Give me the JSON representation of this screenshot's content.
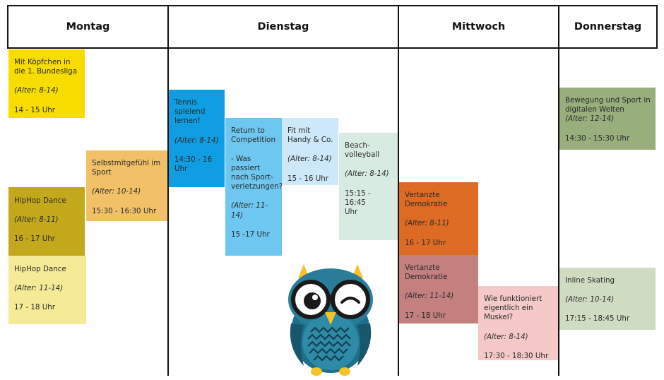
{
  "days": [
    "Montag",
    "Dienstag",
    "Mittwoch",
    "Donnerstag"
  ],
  "events": [
    {
      "id": "koepfchen",
      "title": "Mit Köpfchen in\ndie 1. Bundesliga",
      "age": "(Alter: 8-14)",
      "time": "14 - 15 Uhr",
      "color": "#f7dc00"
    },
    {
      "id": "selbstmitgefuehl",
      "title": "Selbstmitgefühl im\nSport",
      "age": "(Alter: 10-14)",
      "time": "15:30 - 16:30 Uhr",
      "color": "#f2c167"
    },
    {
      "id": "hiphop-1",
      "title": "HipHop Dance",
      "age": "(Alter: 8-11)",
      "time": "16 - 17 Uhr",
      "color": "#c4a81c"
    },
    {
      "id": "hiphop-2",
      "title": "HipHop Dance",
      "age": "(Alter: 11-14)",
      "time": "17 - 18 Uhr",
      "color": "#f5ea96"
    },
    {
      "id": "tennis",
      "title": "Tennis\nspielend\nlernen!",
      "age": "(Alter: 8-14)",
      "time": "14:30 - 16 Uhr",
      "color": "#0f9ee2"
    },
    {
      "id": "return",
      "title": "Return to\nCompetition\n\n- Was passiert\nnach Sport-\nverletzungen?",
      "age": "(Alter: 11-14)",
      "time": "15 -17 Uhr",
      "color": "#6ec7f0"
    },
    {
      "id": "handy",
      "title": "Fit mit\nHandy & Co.",
      "age": "(Alter: 8-14)",
      "time": "15 - 16 Uhr",
      "color": "#cde8f8"
    },
    {
      "id": "beach",
      "title": "Beach-\nvolleyball",
      "age": "(Alter: 8-14)",
      "time": "15:15 - 16:45\nUhr",
      "color": "#d8ebe2"
    },
    {
      "id": "demokratie-1",
      "title": "Vertanzte\nDemokratie",
      "age": "(Alter: 8-11)",
      "time": "16 - 17 Uhr",
      "color": "#dd6b24"
    },
    {
      "id": "demokratie-2",
      "title": "Vertanzte\nDemokratie",
      "age": "(Alter: 11-14)",
      "time": "17 - 18 Uhr",
      "color": "#c47f7f"
    },
    {
      "id": "muskel",
      "title": "Wie funktioniert\neigentlich ein Muskel?",
      "age": "(Alter: 8-14)",
      "time": "17:30 - 18:30 Uhr",
      "color": "#f4c9c7"
    },
    {
      "id": "bewegung",
      "title": "Bewegung und Sport in\ndigitalen Welten",
      "age": "(Alter: 12-14)",
      "time": "14:30 - 15:30 Uhr",
      "color": "#98ae7c"
    },
    {
      "id": "inline",
      "title": "Inline Skating",
      "age": "(Alter: 10-14)",
      "time": "17:15 - 18:45 Uhr",
      "color": "#cfdcc1"
    }
  ],
  "mascot": {
    "icon": "owl-mascot-icon",
    "body_color": "#2a7d98",
    "glasses_color": "#1a1a1a",
    "accent_color": "#f6c22a"
  }
}
